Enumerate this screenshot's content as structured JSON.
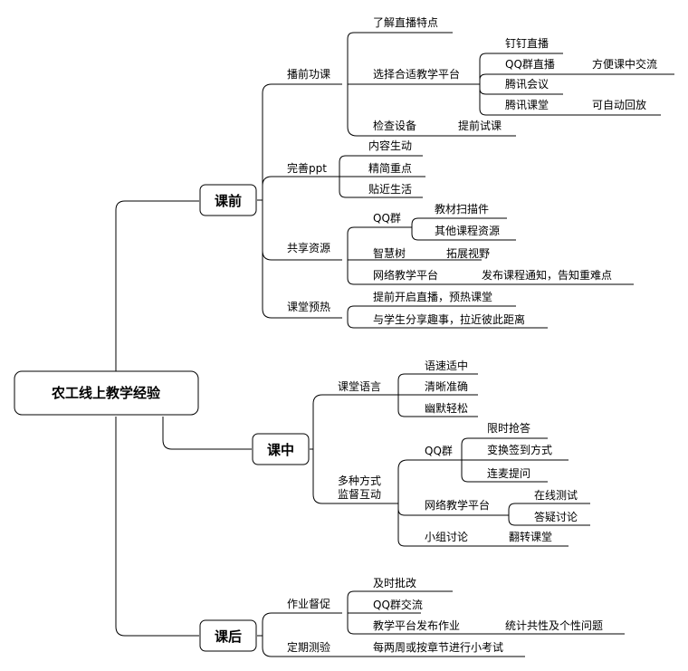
{
  "title": "农工线上教学经验",
  "sections": {
    "before": {
      "label": "课前",
      "b1": {
        "label": "播前功课",
        "t1": "了解直播特点",
        "t2": "选择合适教学平台",
        "p1": "钉钉直播",
        "p2": "QQ群直播",
        "p2a": "方便课中交流",
        "p3": "腾讯会议",
        "p4": "腾讯课堂",
        "p4a": "可自动回放",
        "t3": "检查设备",
        "t3a": "提前试课"
      },
      "b2": {
        "label": "完善ppt",
        "c1": "内容生动",
        "c2": "精简重点",
        "c3": "贴近生活"
      },
      "b3": {
        "label": "共享资源",
        "qq": "QQ群",
        "qq1": "教材扫描件",
        "qq2": "其他课程资源",
        "zh": "智慧树",
        "zh1": "拓展视野",
        "wl": "网络教学平台",
        "wl1": "发布课程通知，告知重难点"
      },
      "b4": {
        "label": "课堂预热",
        "c1": "提前开启直播，预热课堂",
        "c2": "与学生分享趣事，拉近彼此距离"
      }
    },
    "during": {
      "label": "课中",
      "lang": {
        "label": "课堂语言",
        "c1": "语速适中",
        "c2": "清晰准确",
        "c3": "幽默轻松"
      },
      "multi": {
        "label1": "多种方式",
        "label2": "监督互动",
        "qq": "QQ群",
        "qq1": "限时抢答",
        "qq2": "变换签到方式",
        "qq3": "连麦提问",
        "wl": "网络教学平台",
        "wl1": "在线测试",
        "wl2": "答疑讨论",
        "xz": "小组讨论",
        "xz1": "翻转课堂"
      }
    },
    "after": {
      "label": "课后",
      "hw": {
        "label": "作业督促",
        "c1": "及时批改",
        "c2": "QQ群交流",
        "c3": "教学平台发布作业",
        "c3a": "统计共性及个性问题"
      },
      "quiz": {
        "label": "定期测验",
        "c1": "每两周或按章节进行小考试"
      }
    }
  }
}
